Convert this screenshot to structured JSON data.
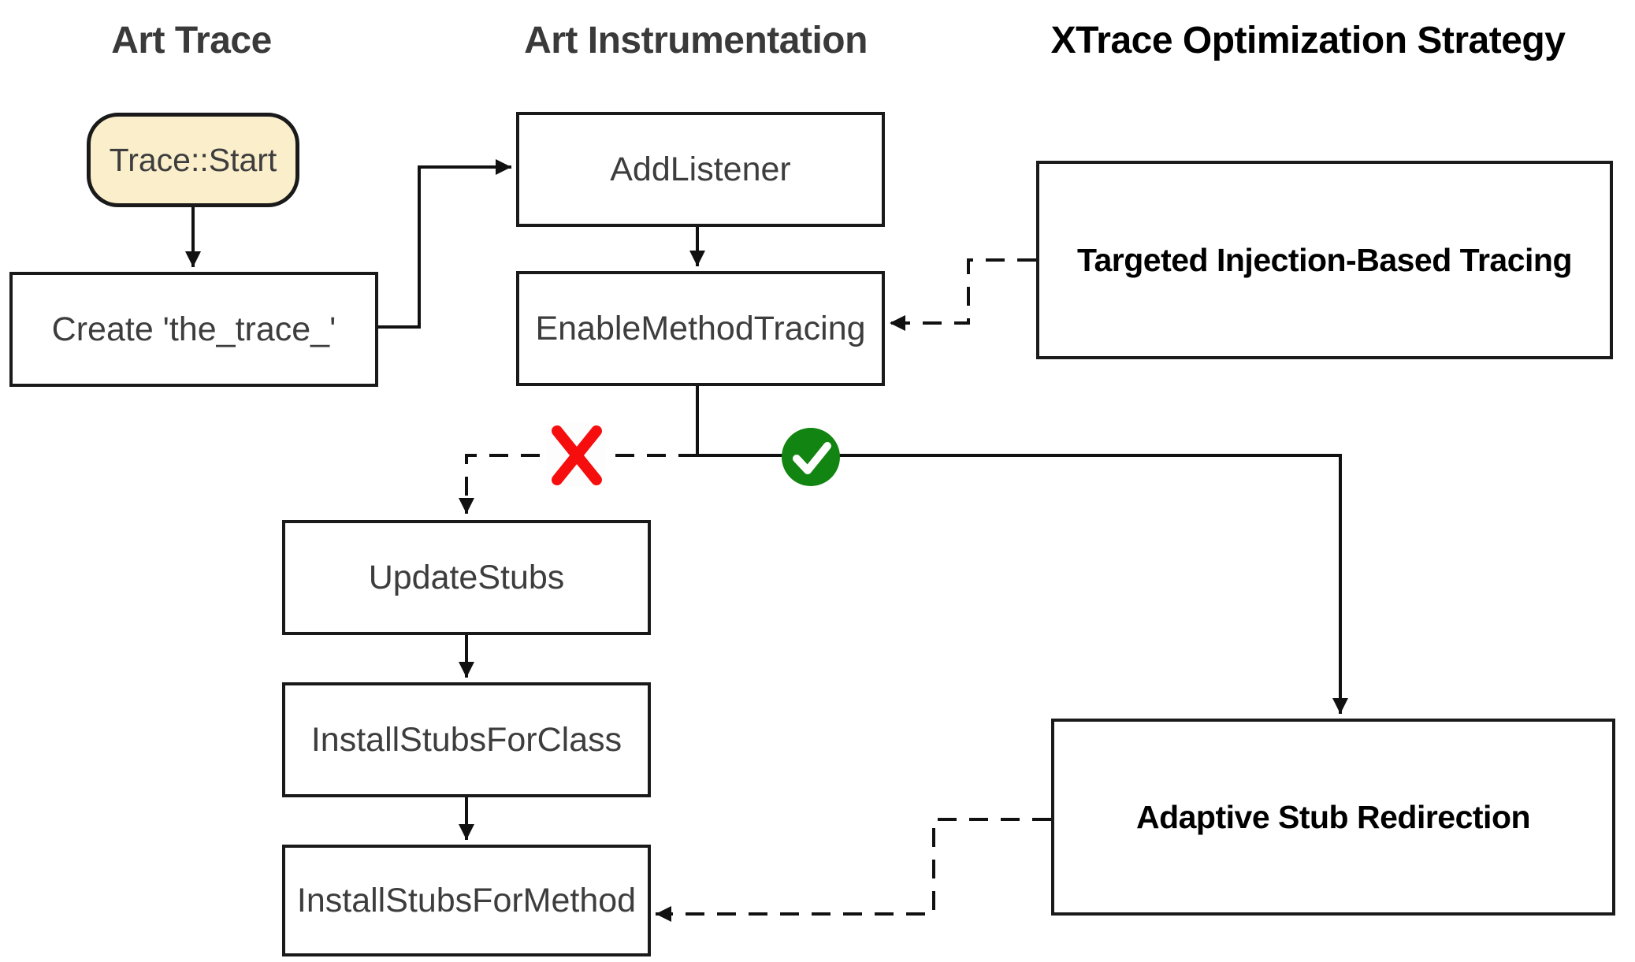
{
  "diagram": {
    "columns": [
      {
        "label": "Art Trace"
      },
      {
        "label": "Art Instrumentation"
      },
      {
        "label": "XTrace Optimization Strategy"
      }
    ],
    "nodes": {
      "trace_start": {
        "label": "Trace::Start",
        "shape": "rounded",
        "column": "Art Trace"
      },
      "create_trace": {
        "label": "Create 'the_trace_'",
        "shape": "rect",
        "column": "Art Trace"
      },
      "add_listener": {
        "label": "AddListener",
        "shape": "rect",
        "column": "Art Instrumentation"
      },
      "enable_method_tracing": {
        "label": "EnableMethodTracing",
        "shape": "rect",
        "column": "Art Instrumentation"
      },
      "targeted_injection": {
        "label": "Targeted Injection-Based Tracing",
        "shape": "rect",
        "column": "XTrace Optimization Strategy"
      },
      "update_stubs": {
        "label": "UpdateStubs",
        "shape": "rect",
        "column": "Art Instrumentation"
      },
      "install_stubs_for_class": {
        "label": "InstallStubsForClass",
        "shape": "rect",
        "column": "Art Instrumentation"
      },
      "install_stubs_for_method": {
        "label": "InstallStubsForMethod",
        "shape": "rect",
        "column": "Art Instrumentation"
      },
      "adaptive_stub_redirection": {
        "label": "Adaptive Stub Redirection",
        "shape": "rect",
        "column": "XTrace Optimization Strategy"
      }
    },
    "edges": [
      {
        "from": "trace_start",
        "to": "create_trace",
        "style": "solid"
      },
      {
        "from": "create_trace",
        "to": "add_listener",
        "style": "solid"
      },
      {
        "from": "add_listener",
        "to": "enable_method_tracing",
        "style": "solid"
      },
      {
        "from": "targeted_injection",
        "to": "enable_method_tracing",
        "style": "dashed"
      },
      {
        "from": "enable_method_tracing",
        "to": "update_stubs",
        "style": "dashed",
        "marker": "failure-x"
      },
      {
        "from": "enable_method_tracing",
        "to": "adaptive_stub_redirection",
        "style": "solid",
        "marker": "success-check"
      },
      {
        "from": "update_stubs",
        "to": "install_stubs_for_class",
        "style": "solid"
      },
      {
        "from": "install_stubs_for_class",
        "to": "install_stubs_for_method",
        "style": "solid"
      },
      {
        "from": "adaptive_stub_redirection",
        "to": "install_stubs_for_method",
        "style": "dashed"
      }
    ],
    "markers": {
      "failure": {
        "icon": "x-icon",
        "color": "#f60d0d"
      },
      "success": {
        "icon": "check-icon",
        "color": "#128412"
      }
    },
    "colors": {
      "start_node_fill": "#faeecb",
      "node_border": "#1a1a1a",
      "node_text": "#3d3d3d",
      "heading_text": "#3a3a3a",
      "strategy_heading_text": "#000000",
      "connector": "#111111",
      "failure_x": "#f60d0d",
      "success_check": "#128412"
    }
  }
}
